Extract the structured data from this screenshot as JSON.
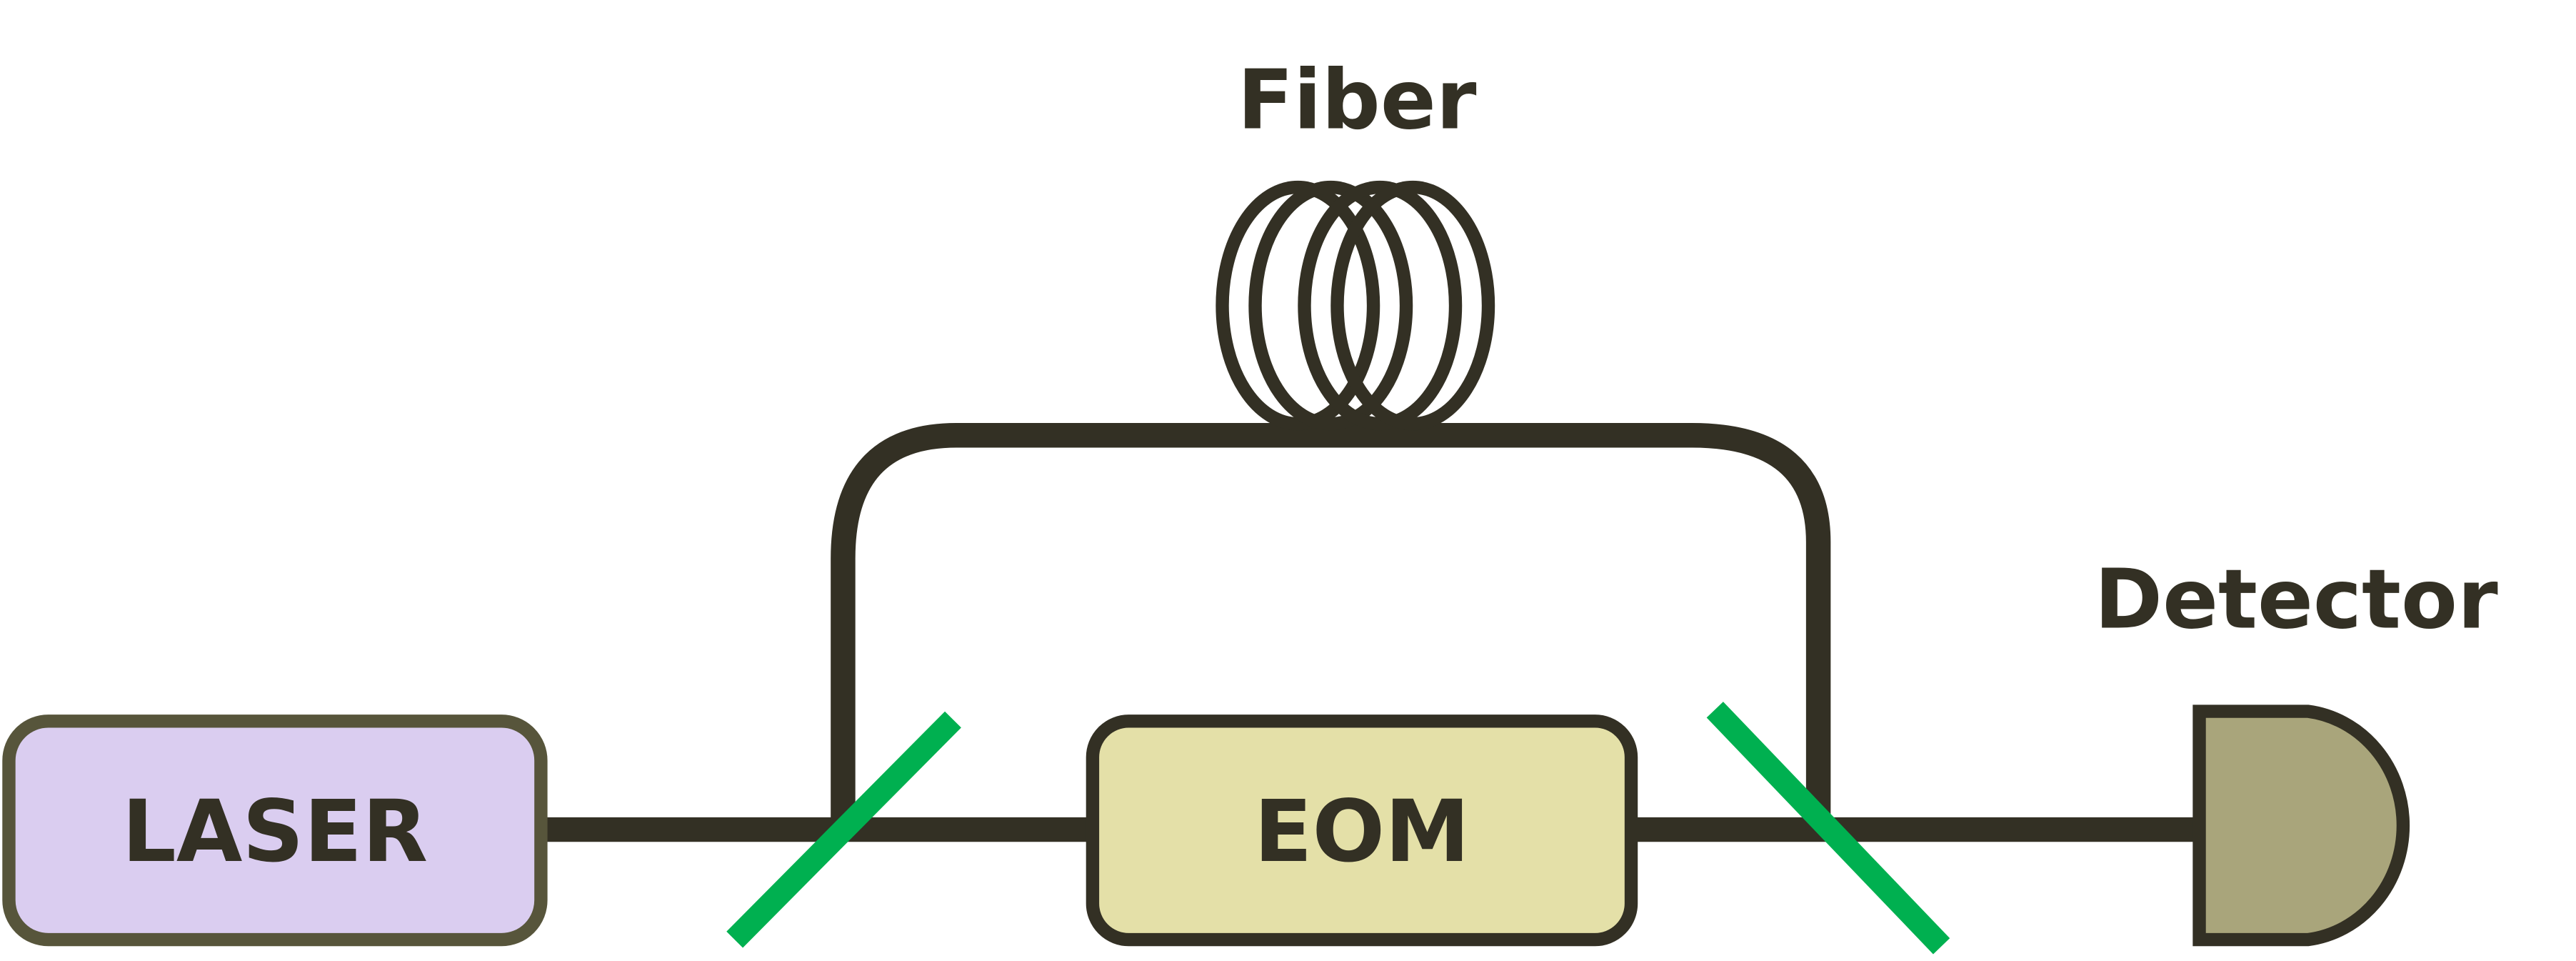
{
  "labels": {
    "fiber": "Fiber",
    "detector": "Detector",
    "laser": "LASER",
    "eom": "EOM"
  },
  "colors": {
    "line": "#333024",
    "laser_fill": "#dacdf0",
    "laser_stroke": "#57553b",
    "eom_fill": "#e4e0a8",
    "detector_fill": "#a9a57b",
    "splitter": "#00b050"
  }
}
